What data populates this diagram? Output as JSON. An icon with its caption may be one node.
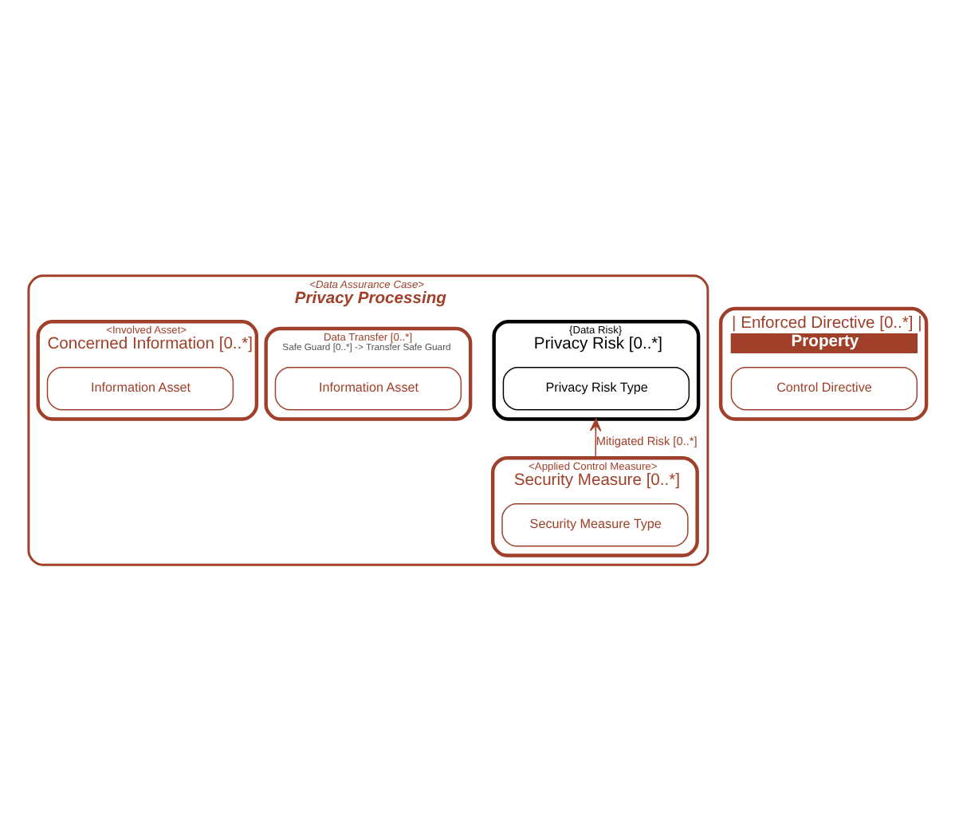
{
  "diagram": {
    "nodes": [
      {
        "text": [
          "<Data Assurance Case>",
          "Privacy Processing"
        ]
      },
      {
        "text": [
          "| Enforced Directive [0..*] |",
          "Property"
        ]
      },
      {
        "text": [
          "Control Directive"
        ],
        "in": 1
      },
      {
        "text": [
          "{Data Risk}",
          "Privacy Risk [0..*]"
        ],
        "in": 0
      },
      {
        "text": [
          "Privacy Risk Type"
        ],
        "in": 3
      },
      {
        "text": [
          "Data Transfer [0..*]",
          "Safe Guard [0..*] -> Transfer Safe Guard"
        ],
        "in": 0
      },
      {
        "text": [
          "Information Asset"
        ],
        "in": 5
      },
      {
        "text": [
          "<Applied Control Measure>",
          "Security Measure [0..*]"
        ],
        "in": 0
      },
      {
        "text": [
          "Security Measure Type"
        ],
        "in": 7
      },
      {
        "text": [
          "<Involved Asset>",
          "Concerned Information [0..*]"
        ],
        "in": 0
      },
      {
        "text": [
          "Information Asset"
        ],
        "in": 9
      }
    ],
    "edges": [
      {
        "from": 7,
        "to": 3,
        "arrow": "to",
        "label": "Mitigated Risk [0..*]"
      }
    ]
  }
}
